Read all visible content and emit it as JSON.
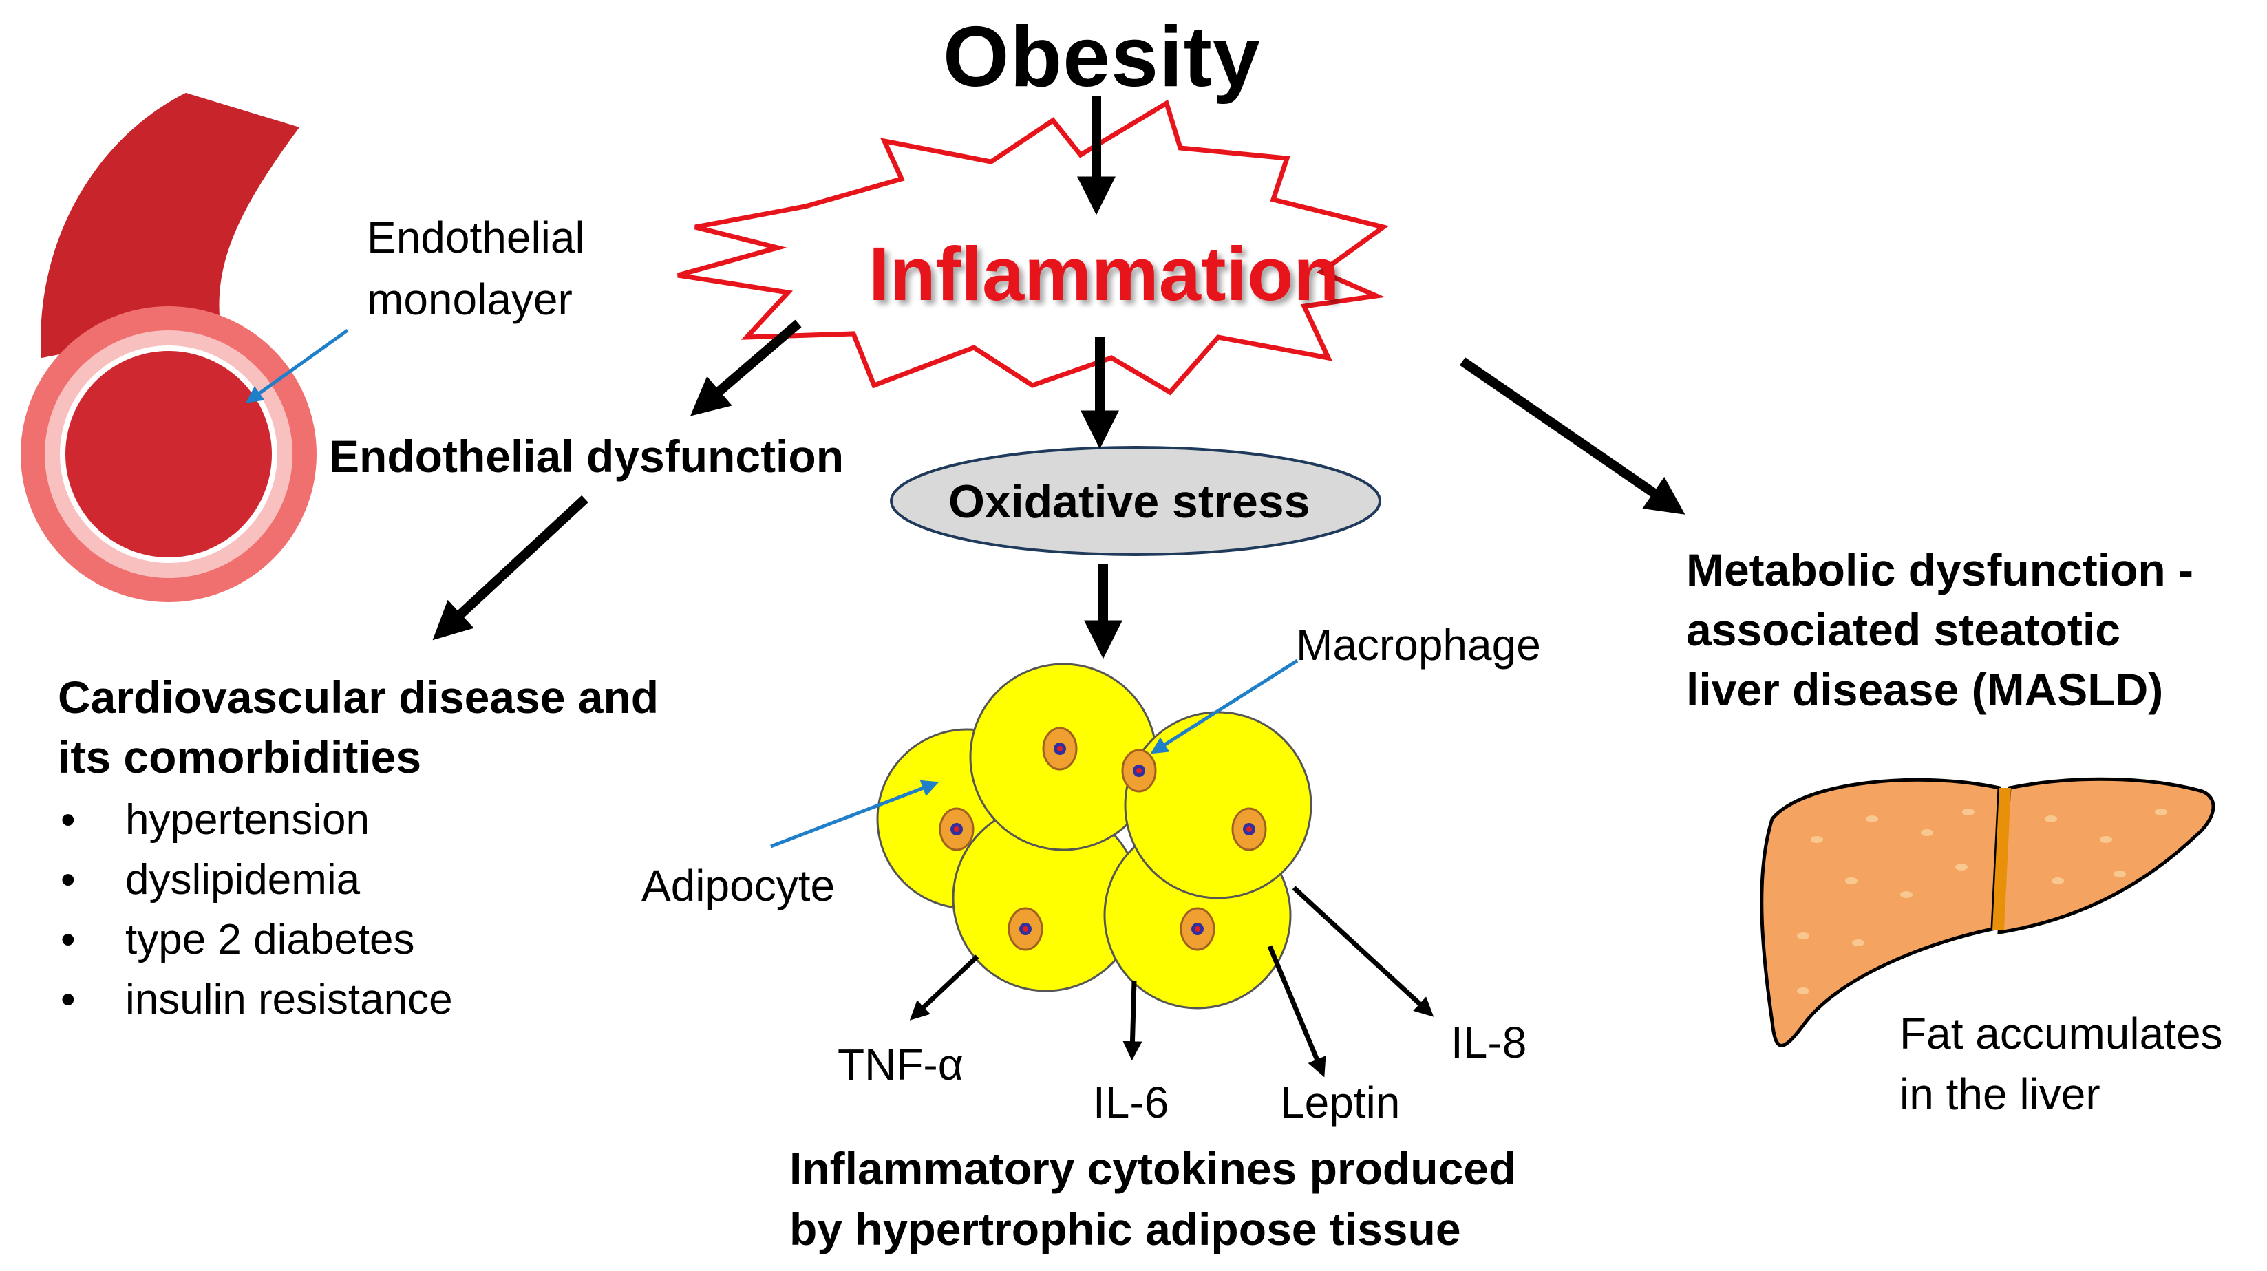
{
  "title": "Obesity",
  "center": {
    "inflammation": "Inflammation",
    "oxidative_stress": "Oxidative stress"
  },
  "vessel": {
    "label_line1": "Endothelial",
    "label_line2": "monolayer"
  },
  "endothelial_dysfunction": "Endothelial dysfunction",
  "cardiovascular": {
    "heading_line1": "Cardiovascular  disease and",
    "heading_line2": "its comorbidities",
    "items": [
      "hypertension",
      "dyslipidemia",
      "type 2 diabetes",
      "insulin resistance"
    ]
  },
  "adipose": {
    "macrophage": "Macrophage",
    "adipocyte": "Adipocyte",
    "cytokines": [
      "TNF-α",
      "IL-6",
      "Leptin",
      "IL-8"
    ],
    "caption_line1": "Inflammatory cytokines produced",
    "caption_line2": "by hypertrophic adipose tissue"
  },
  "masld": {
    "line1": "Metabolic dysfunction -",
    "line2": "associated  steatotic",
    "line3": "liver disease (MASLD)"
  },
  "liver": {
    "caption_line1": "Fat accumulates",
    "caption_line2": "in the liver"
  },
  "colors": {
    "vessel_red": "#c8242b",
    "vessel_pink": "#f08080",
    "star_outline": "#e8141b",
    "adipocyte_yellow": "#ffff00",
    "liver_orange": "#f4a460",
    "pointer_blue": "#1f7fc8",
    "oval_fill": "#d9d9d9"
  }
}
